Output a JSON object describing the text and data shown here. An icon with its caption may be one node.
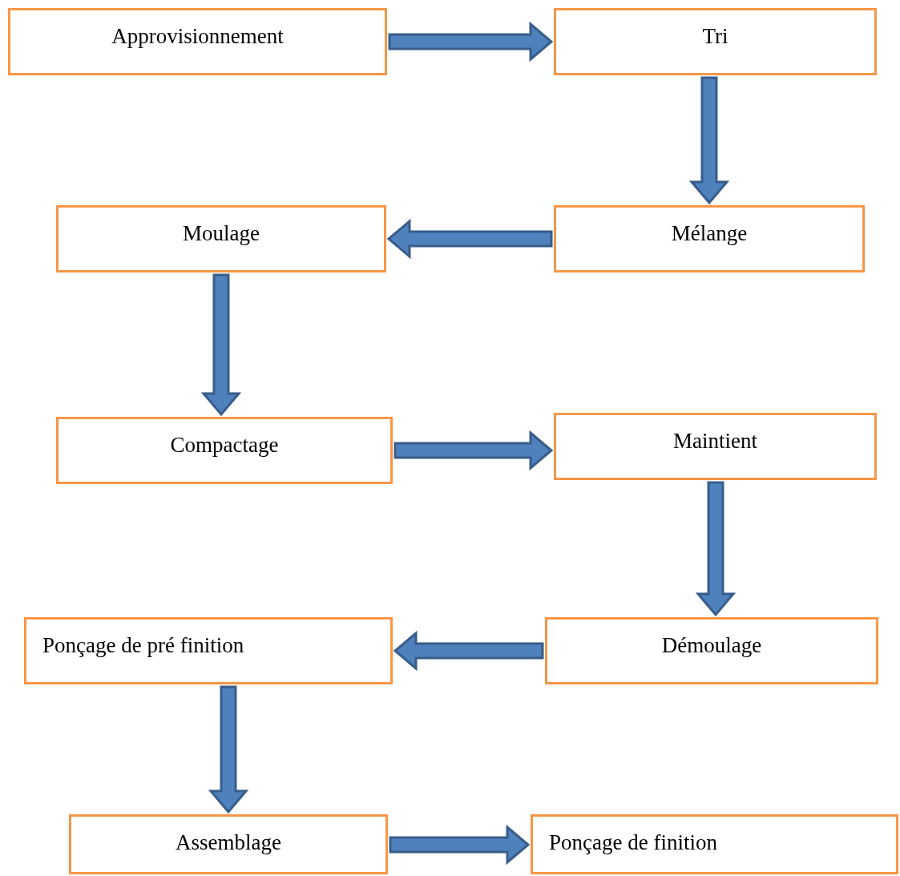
{
  "diagram": {
    "nodes": [
      {
        "text": [
          "Approvisionnement"
        ]
      },
      {
        "text": [
          "Tri"
        ]
      },
      {
        "text": [
          "Mélange"
        ]
      },
      {
        "text": [
          "Moulage"
        ]
      },
      {
        "text": [
          "Compactage"
        ]
      },
      {
        "text": [
          "Maintient"
        ]
      },
      {
        "text": [
          "Démoulage"
        ]
      },
      {
        "text": [
          "Ponçage de pré finition"
        ]
      },
      {
        "text": [
          "Assemblage"
        ]
      },
      {
        "text": [
          "Ponçage de finition"
        ]
      }
    ],
    "edges": [
      {
        "from": 0,
        "to": 1,
        "arrow": "to"
      },
      {
        "from": 1,
        "to": 2,
        "arrow": "to"
      },
      {
        "from": 2,
        "to": 3,
        "arrow": "to"
      },
      {
        "from": 3,
        "to": 4,
        "arrow": "to"
      },
      {
        "from": 4,
        "to": 5,
        "arrow": "to"
      },
      {
        "from": 5,
        "to": 6,
        "arrow": "to"
      },
      {
        "from": 6,
        "to": 7,
        "arrow": "to"
      },
      {
        "from": 7,
        "to": 8,
        "arrow": "to"
      },
      {
        "from": 8,
        "to": 9,
        "arrow": "to"
      }
    ]
  }
}
